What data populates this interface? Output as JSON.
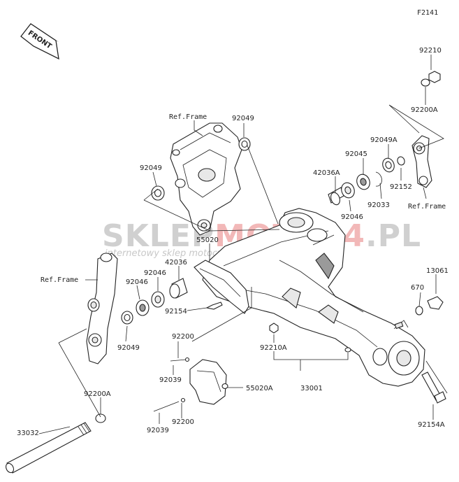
{
  "figure_code": "F2141",
  "front_arrow_text": "FRONT",
  "watermark": {
    "brand_left": "SKLEP",
    "brand_mid": "MOTO",
    "brand_num": "24",
    "brand_right": ".PL",
    "tagline": "internetowy sklep motocyklowy",
    "color_gray": "#d0d0d0",
    "color_red": "#f2b8b8"
  },
  "labels": {
    "l92210": "92210",
    "l92200A_top": "92200A",
    "l92049_top": "92049",
    "ref_frame_top": "Ref.Frame",
    "l92049_left": "92049",
    "l92049A": "92049A",
    "l92045": "92045",
    "l42036A": "42036A",
    "l92152": "92152",
    "l92033": "92033",
    "l92046_right": "92046",
    "ref_frame_right": "Ref.Frame",
    "l55020": "55020",
    "l42036": "42036",
    "l92046_a": "92046",
    "l92046_b": "92046",
    "ref_frame_left": "Ref.Frame",
    "l92154": "92154",
    "l92049_bottom": "92049",
    "l13061": "13061",
    "l670": "670",
    "l92210A": "92210A",
    "l92200_top": "92200",
    "l92039_top": "92039",
    "l55020A": "55020A",
    "l33001": "33001",
    "l92200A_bottom": "92200A",
    "l33032": "33032",
    "l92200_bottom": "92200",
    "l92039_bottom": "92039",
    "l92154A": "92154A"
  }
}
